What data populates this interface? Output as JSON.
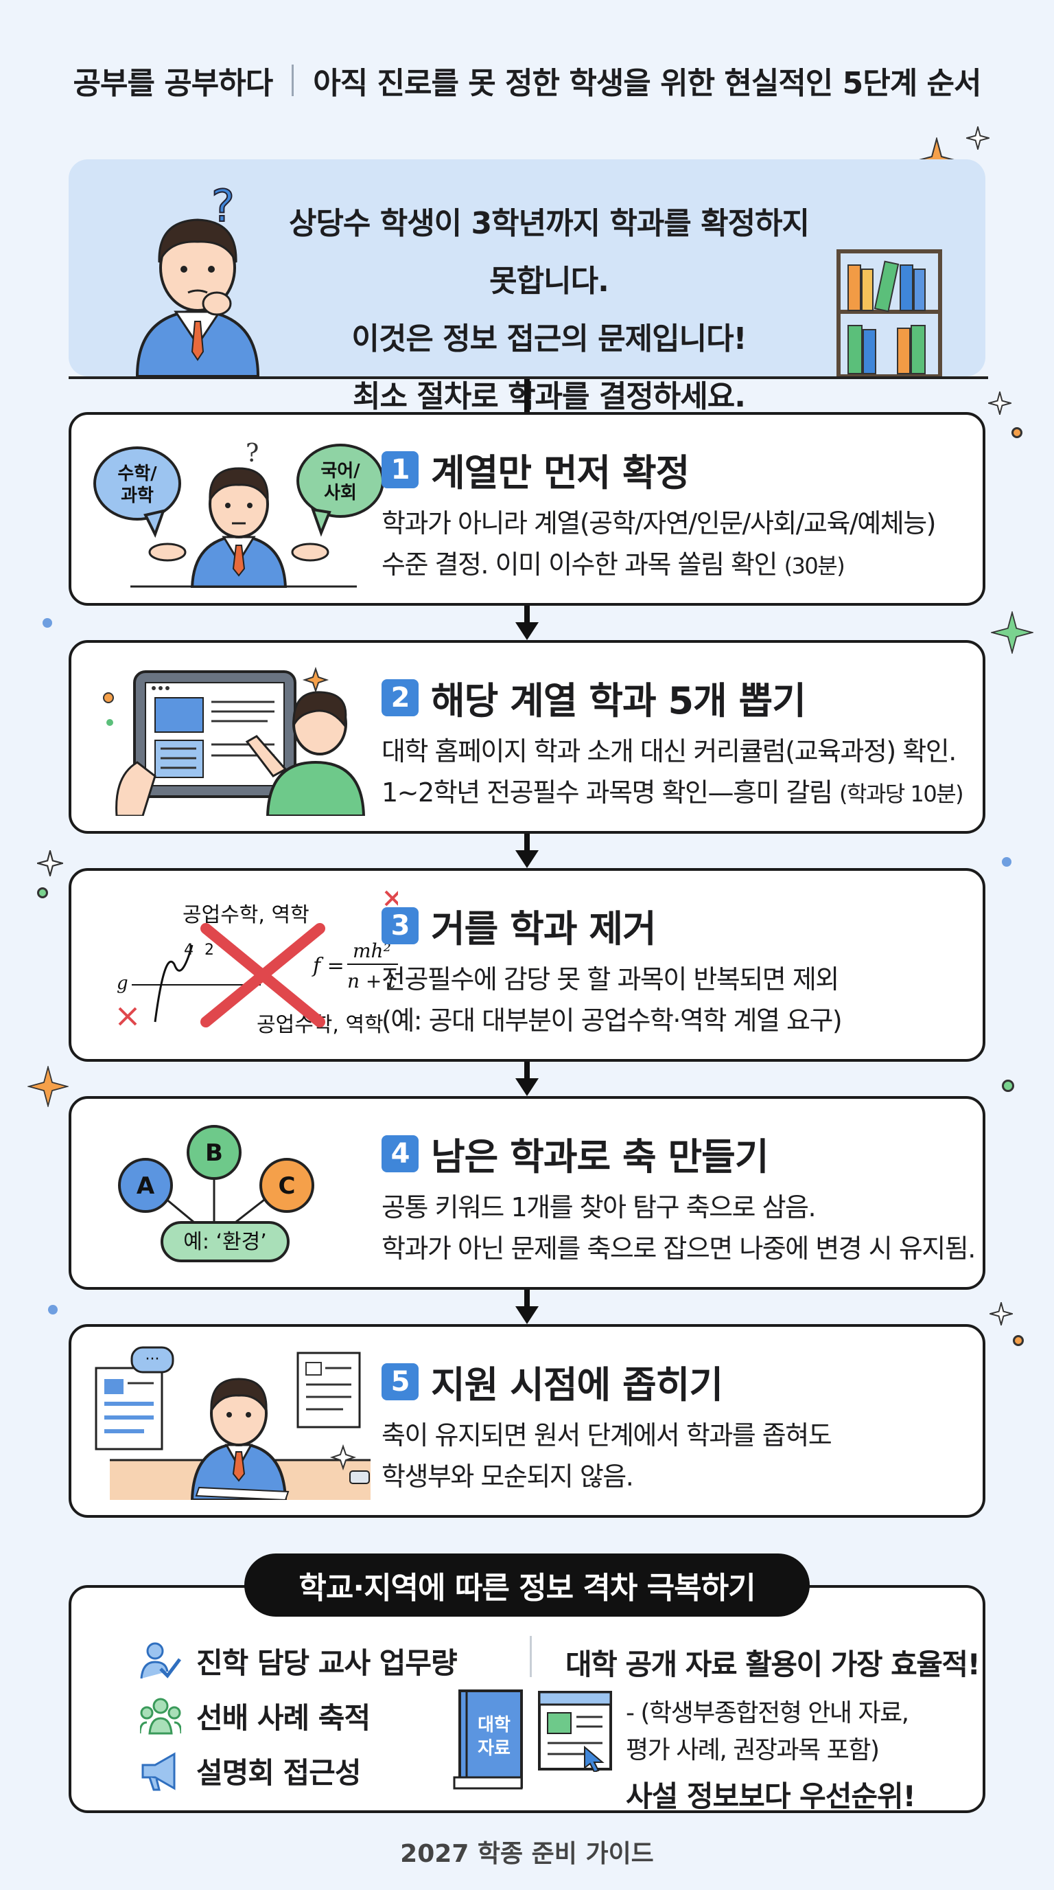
{
  "header": {
    "brand": "공부를 공부하다",
    "title": "아직 진로를 못 정한 학생을 위한 현실적인 5단계 순서"
  },
  "intro": {
    "lines": [
      "상당수 학생이 3학년까지 학과를 확정하지 못합니다.",
      "이것은 정보 접근의 문제입니다!",
      "최소 절차로 학과를 결정하세요."
    ]
  },
  "steps": [
    {
      "num": "1",
      "title": "계열만 먼저 확정",
      "lines": [
        "학과가 아니라 계열(공학/자연/인문/사회/교육/예체능)",
        "수준 결정. 이미 이수한 과목 쏠림 확인"
      ],
      "time": "(30분)",
      "bubbles": [
        "수학/\n과학",
        "국어/\n사회"
      ]
    },
    {
      "num": "2",
      "title": "해당 계열 학과 5개 뽑기",
      "lines": [
        "대학 홈페이지 학과 소개 대신 커리큘럼(교육과정) 확인.",
        "1~2학년 전공필수 과목명 확인—흥미 갈림"
      ],
      "time": "(학과당 10분)"
    },
    {
      "num": "3",
      "title": "거를 학과 제거",
      "lines": [
        "전공필수에 감당 못 할 과목이 반복되면 제외",
        "(예: 공대 대부분이 공업수학·역학 계열 요구)"
      ],
      "time": "",
      "labels": [
        "공업수학, 역학",
        "공업수학, 역학"
      ],
      "formula_lhs": "f =",
      "formula_num": "mh²",
      "formula_den": "n + t"
    },
    {
      "num": "4",
      "title": "남은 학과로 축 만들기",
      "lines": [
        "공통 키워드 1개를 찾아 탐구 축으로 삼음.",
        "학과가 아닌 문제를 축으로 잡으면 나중에 변경 시 유지됨."
      ],
      "time": "",
      "nodes": [
        "A",
        "B",
        "C"
      ],
      "keyword": "예: ‘환경’"
    },
    {
      "num": "5",
      "title": "지원 시점에 좁히기",
      "lines": [
        "축이 유지되면 원서 단계에서 학과를 좁혀도",
        "학생부와 모순되지 않음."
      ],
      "time": ""
    }
  ],
  "gap": {
    "title": "학교·지역에 따른 정보 격차 극복하기",
    "factors": [
      {
        "icon": "counselor-check-icon",
        "label": "진학 담당 교사 업무량"
      },
      {
        "icon": "people-group-icon",
        "label": "선배 사례 축적"
      },
      {
        "icon": "megaphone-icon",
        "label": "설명회 접근성"
      }
    ],
    "resource_title": "대학 공개 자료 활용이 가장 효율적!",
    "book_label": "대학\n자료",
    "resource_detail": [
      "- (학생부종합전형 안내 자료,",
      "평가 사례, 권장과목 포함)"
    ],
    "priority": "사설 정보보다 우선순위!"
  },
  "footer": "2027 학종 준비 가이드",
  "colors": {
    "background": "#eef4fc",
    "intro_fill": "#d3e4f8",
    "badge_blue": "#3f86d9",
    "accent_orange": "#f29b45",
    "accent_green": "#5bbf7a",
    "cross_red": "#e0474c"
  }
}
